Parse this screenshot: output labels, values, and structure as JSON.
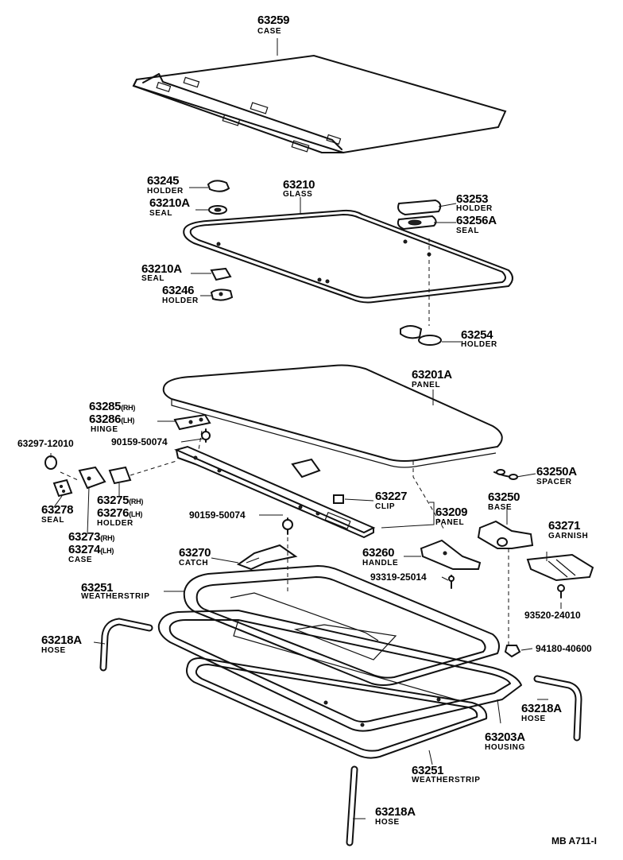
{
  "reference": "MB A711-I",
  "parts": {
    "case_63259": {
      "no": "63259",
      "name": "CASE"
    },
    "holder_63245": {
      "no": "63245",
      "name": "HOLDER"
    },
    "seal_63210a_top": {
      "no": "63210A",
      "name": "SEAL"
    },
    "glass_63210": {
      "no": "63210",
      "name": "GLASS"
    },
    "holder_63253": {
      "no": "63253",
      "name": "HOLDER"
    },
    "seal_63256a": {
      "no": "63256A",
      "name": "SEAL"
    },
    "seal_63210a_low": {
      "no": "63210A",
      "name": "SEAL"
    },
    "holder_63246": {
      "no": "63246",
      "name": "HOLDER"
    },
    "holder_63254": {
      "no": "63254",
      "name": "HOLDER"
    },
    "panel_63201a": {
      "no": "63201A",
      "name": "PANEL"
    },
    "hinge": {
      "rh": "63285",
      "lh": "63286",
      "rh_tag": "(RH)",
      "lh_tag": "(LH)",
      "name": "HINGE"
    },
    "screw_upper": {
      "no": "90159-50074"
    },
    "part_63297": {
      "no": "63297-12010"
    },
    "seal_63278": {
      "no": "63278",
      "name": "SEAL"
    },
    "holder_63275": {
      "rh": "63275",
      "lh": "63276",
      "rh_tag": "(RH)",
      "lh_tag": "(LH)",
      "name": "HOLDER"
    },
    "case_63273": {
      "rh": "63273",
      "lh": "63274",
      "rh_tag": "(RH)",
      "lh_tag": "(LH)",
      "name": "CASE"
    },
    "screw_lower": {
      "no": "90159-50074"
    },
    "clip_63227": {
      "no": "63227",
      "name": "CLIP"
    },
    "panel_63209": {
      "no": "63209",
      "name": "PANEL"
    },
    "spacer_63250a": {
      "no": "63250A",
      "name": "SPACER"
    },
    "base_63250": {
      "no": "63250",
      "name": "BASE"
    },
    "garnish_63271": {
      "no": "63271",
      "name": "GARNISH"
    },
    "catch_63270": {
      "no": "63270",
      "name": "CATCH"
    },
    "handle_63260": {
      "no": "63260",
      "name": "HANDLE"
    },
    "screw_93319": {
      "no": "93319-25014"
    },
    "screw_93520": {
      "no": "93520-24010"
    },
    "weatherstrip_upper": {
      "no": "63251",
      "name": "WEATHERSTRIP"
    },
    "nut_94180": {
      "no": "94180-40600"
    },
    "hose_left": {
      "no": "63218A",
      "name": "HOSE"
    },
    "hose_right": {
      "no": "63218A",
      "name": "HOSE"
    },
    "housing_63203a": {
      "no": "63203A",
      "name": "HOUSING"
    },
    "weatherstrip_lower": {
      "no": "63251",
      "name": "WEATHERSTRIP"
    },
    "hose_bottom": {
      "no": "63218A",
      "name": "HOSE"
    }
  }
}
